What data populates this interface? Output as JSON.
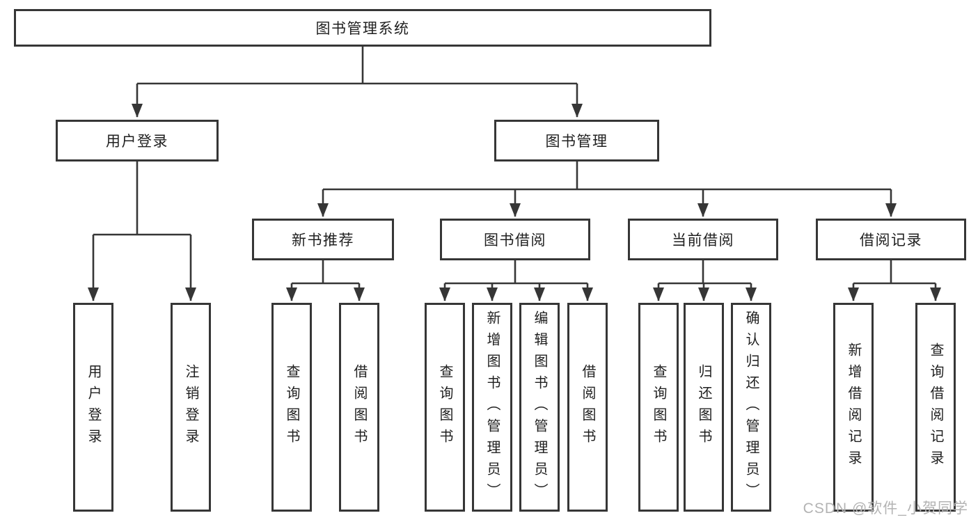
{
  "diagram": {
    "root": {
      "label": "图书管理系统"
    },
    "branches": [
      {
        "label": "用户登录",
        "children": [
          {
            "label": "用户登录"
          },
          {
            "label": "注销登录"
          }
        ]
      },
      {
        "label": "图书管理",
        "children": [
          {
            "label": "新书推荐",
            "children": [
              {
                "label": "查询图书"
              },
              {
                "label": "借阅图书"
              }
            ]
          },
          {
            "label": "图书借阅",
            "children": [
              {
                "label": "查询图书"
              },
              {
                "label": "新增图书（管理员）"
              },
              {
                "label": "编辑图书（管理员）"
              },
              {
                "label": "借阅图书"
              }
            ]
          },
          {
            "label": "当前借阅",
            "children": [
              {
                "label": "查询图书"
              },
              {
                "label": "归还图书"
              },
              {
                "label": "确认归还（管理员）"
              }
            ]
          },
          {
            "label": "借阅记录",
            "children": [
              {
                "label": "新增借阅记录"
              },
              {
                "label": "查询借阅记录"
              }
            ]
          }
        ]
      }
    ]
  },
  "watermark": {
    "text": "CSDN @软件_小贺同学"
  },
  "colors": {
    "background": "#ffffff",
    "line": "#363636",
    "box_border": "#363636",
    "text": "#1f1f1f",
    "watermark": "#b3b3b3"
  }
}
